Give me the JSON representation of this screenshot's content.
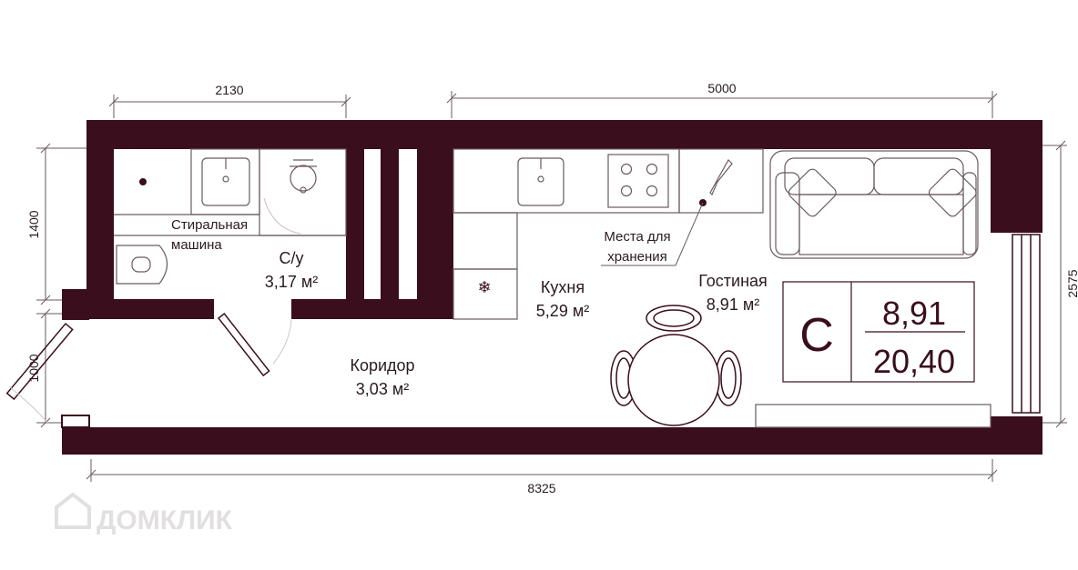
{
  "dimensions": {
    "bath_width": "2130",
    "main_width": "5000",
    "total_width": "8325",
    "bath_depth": "1400",
    "door_width": "1000",
    "total_depth": "2575"
  },
  "rooms": {
    "bathroom": {
      "name": "С/у",
      "area": "3,17  м²"
    },
    "kitchen": {
      "name": "Кухня",
      "area": "5,29 м²"
    },
    "living": {
      "name": "Гостиная",
      "area": "8,91 м²"
    },
    "corridor": {
      "name": "Коридор",
      "area": "3,03 м²"
    }
  },
  "labels": {
    "washer_line1": "Стиральная",
    "washer_line2": "машина",
    "storage_line1": "Места для",
    "storage_line2": "хранения"
  },
  "summary": {
    "type_letter": "С",
    "living_area": "8,91",
    "total_area": "20,40"
  },
  "watermark": "ДОМКЛИК",
  "colors": {
    "wall": "#3a0e1c",
    "line": "#6a5a60",
    "text": "#2a1a20"
  }
}
